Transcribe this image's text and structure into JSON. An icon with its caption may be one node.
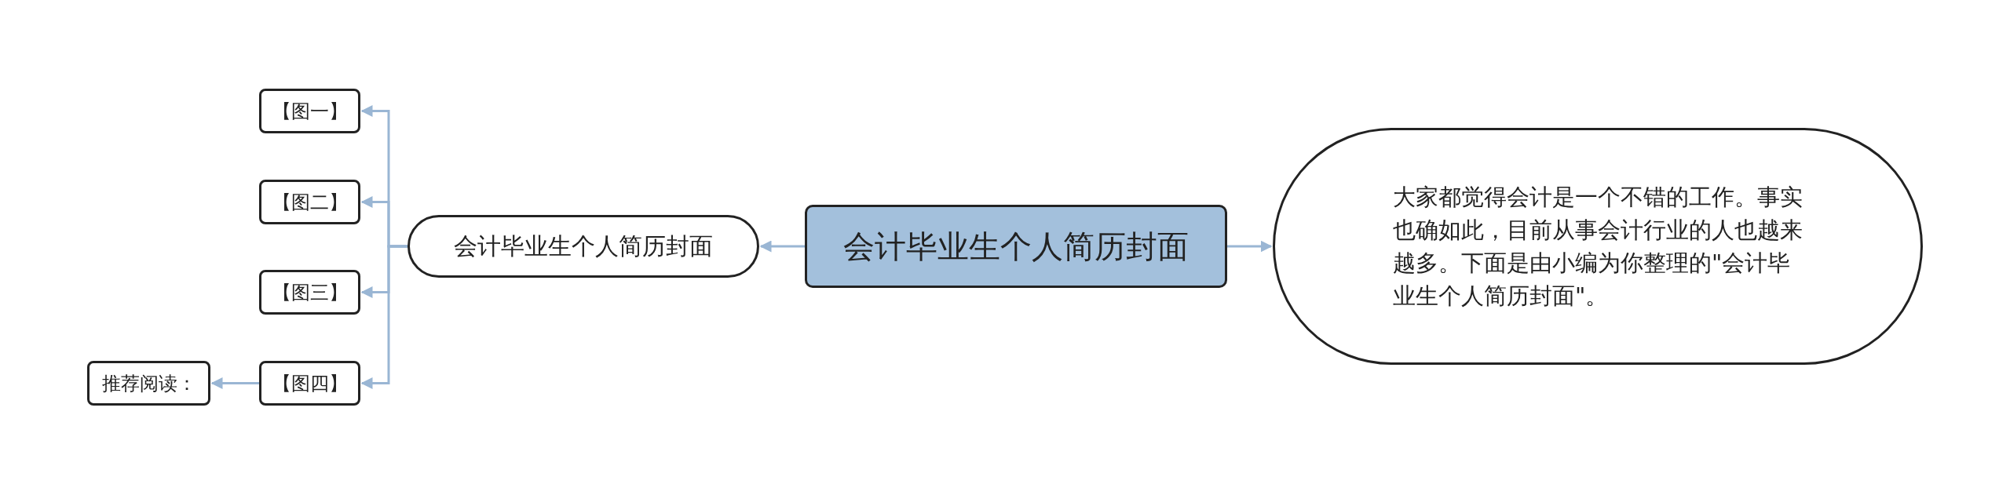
{
  "diagram": {
    "nodes": [
      {
        "text": [
          "会计毕业生个人简历封面"
        ]
      },
      {
        "text": [
          "会计毕业生个人简历封面"
        ]
      },
      {
        "text": [
          "大家都觉得会计是一个不错的工作。事实也确如此，目前从事会计行业的人也越来越多。下面是由小编为你整理的\"会计毕业生个人简历封面\"。"
        ]
      },
      {
        "text": [
          "【图一】"
        ]
      },
      {
        "text": [
          "【图二】"
        ]
      },
      {
        "text": [
          "【图三】"
        ]
      },
      {
        "text": [
          "【图四】"
        ]
      },
      {
        "text": [
          "推荐阅读："
        ]
      }
    ],
    "edges": [
      {
        "from": 0,
        "to": 1,
        "arrow": "to"
      },
      {
        "from": 0,
        "to": 2,
        "arrow": "to"
      },
      {
        "from": 1,
        "to": 3,
        "arrow": "to"
      },
      {
        "from": 1,
        "to": 4,
        "arrow": "to"
      },
      {
        "from": 1,
        "to": 5,
        "arrow": "to"
      },
      {
        "from": 1,
        "to": 6,
        "arrow": "to"
      },
      {
        "from": 6,
        "to": 7,
        "arrow": "to"
      }
    ]
  }
}
